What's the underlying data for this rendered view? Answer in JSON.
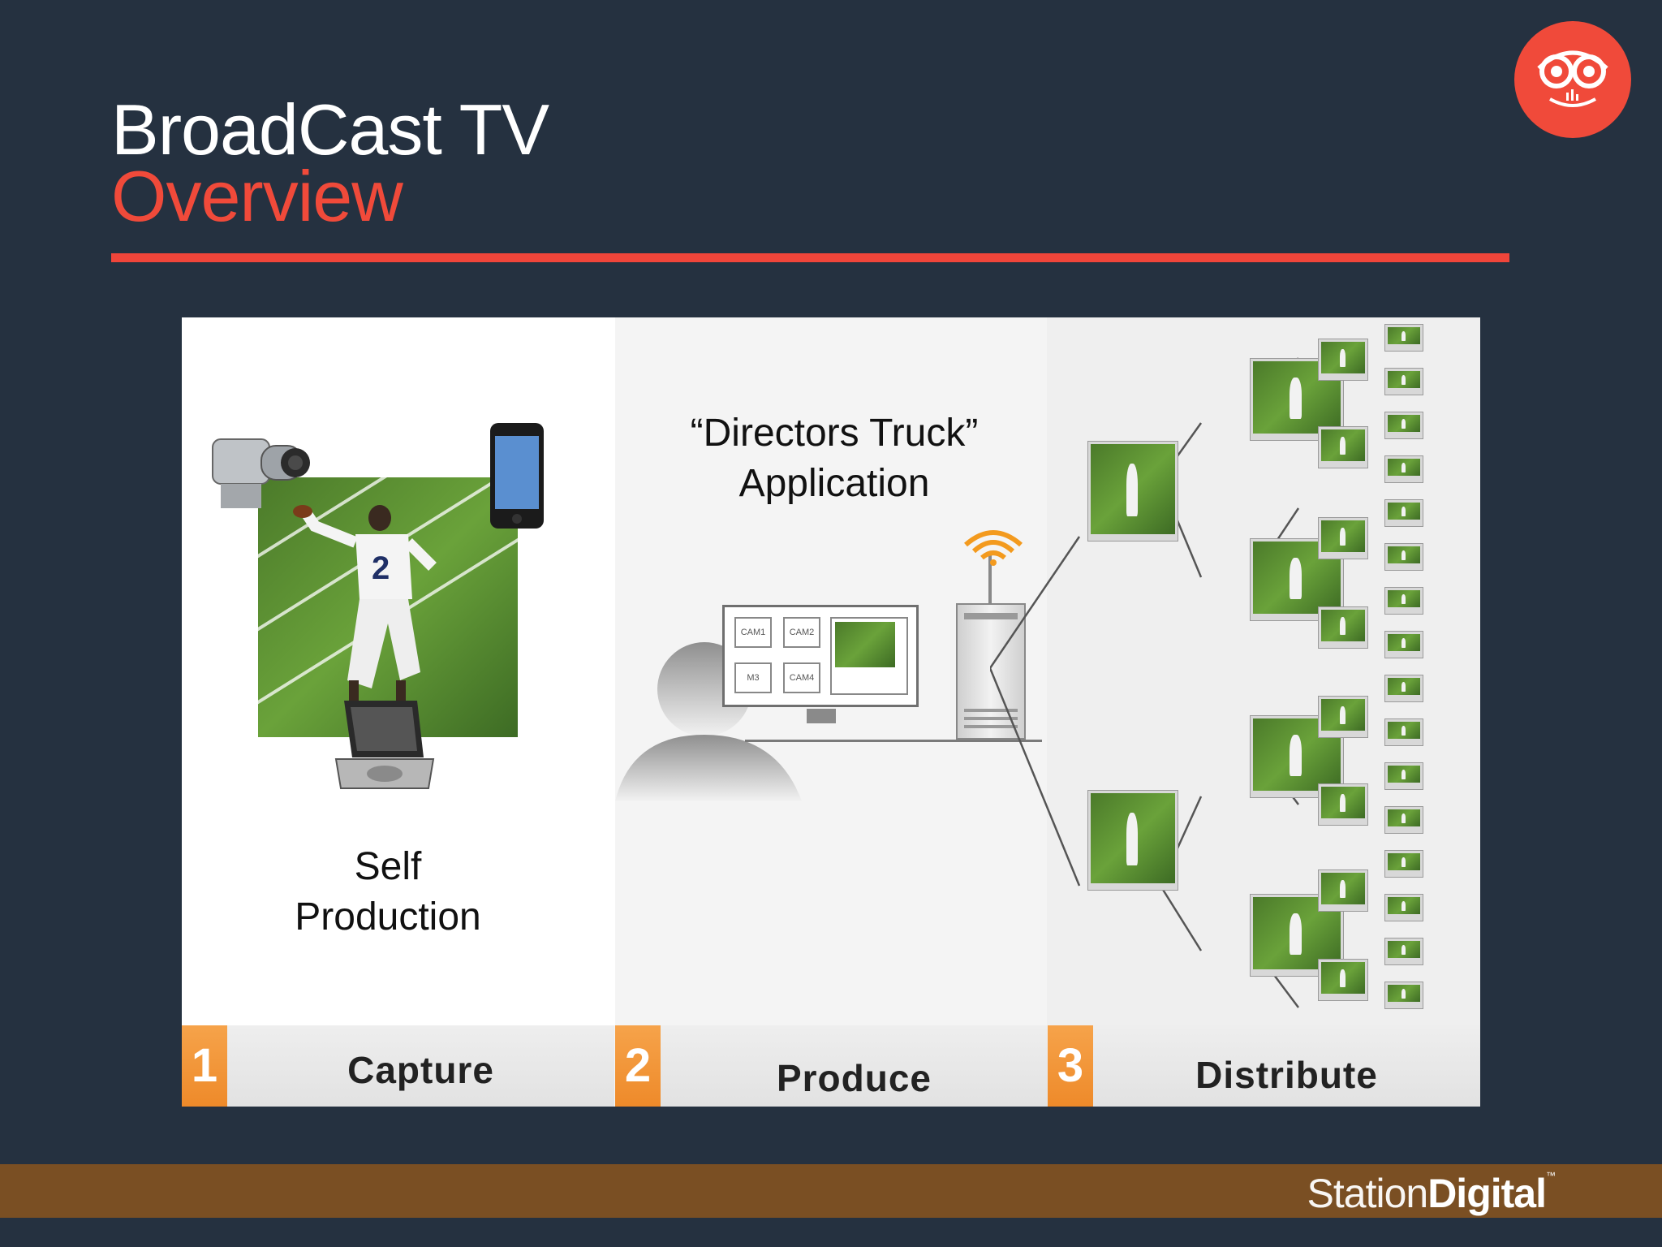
{
  "slide": {
    "title": "BroadCast TV",
    "subtitle": "Overview"
  },
  "colors": {
    "background": "#253140",
    "accent": "#f04a3a",
    "footer": "#7a4f23",
    "step_orange": "#ee8a2a"
  },
  "diagram": {
    "capture_caption_line1": "Self",
    "capture_caption_line2": "Production",
    "produce_caption_line1": "“Directors Truck”",
    "produce_caption_line2": "Application",
    "monitor_labels": [
      "CAM1",
      "CAM2",
      "M3",
      "CAM4"
    ],
    "steps": [
      {
        "number": "1",
        "label": "Capture"
      },
      {
        "number": "2",
        "label": "Produce"
      },
      {
        "number": "3",
        "label": "Distribute"
      }
    ]
  },
  "footer": {
    "brand_light": "Station",
    "brand_bold": "Digital",
    "brand_tm": "™"
  },
  "icons": {
    "logo": "owl-headphones-logo",
    "wifi": "wifi-signal-icon"
  }
}
